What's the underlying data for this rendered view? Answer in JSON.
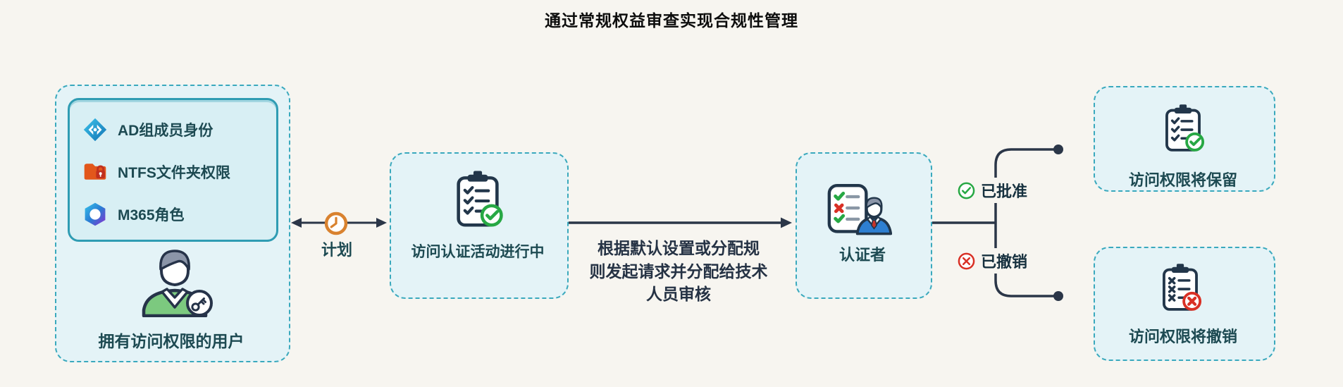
{
  "title": "通过常规权益审查实现合规性管理",
  "colors": {
    "accent_teal": "#3aa9bd",
    "box_fill": "#e4f3f7",
    "line_navy": "#2b3648",
    "green": "#27a844",
    "red": "#d93025",
    "orange_clock": "#d9822f",
    "text_dark_teal": "#1d4a52"
  },
  "left_group": {
    "resources": [
      {
        "icon": "azure-ad-icon",
        "label": "AD组成员身份"
      },
      {
        "icon": "ntfs-folder-lock-icon",
        "label": "NTFS文件夹权限"
      },
      {
        "icon": "m365-icon",
        "label": "M365角色"
      }
    ],
    "user_caption": "拥有访问权限的用户"
  },
  "schedule_connector": {
    "icon": "clock-icon",
    "label": "计划"
  },
  "certification_box": {
    "icon": "clipboard-check-icon",
    "label": "访问认证活动进行中"
  },
  "request_connector": {
    "label_lines": [
      "根据默认设置或分配规",
      "则发起请求并分配给技术",
      "人员审核"
    ]
  },
  "certifier_box": {
    "icon": "certifier-checklist-person-icon",
    "label": "认证者"
  },
  "decisions": {
    "approved": {
      "icon": "approved-check-circle-icon",
      "label": "已批准"
    },
    "revoked": {
      "icon": "revoked-x-circle-icon",
      "label": "已撤销"
    }
  },
  "outcomes": {
    "retained": {
      "icon": "clipboard-check-icon",
      "label": "访问权限将保留"
    },
    "revoked": {
      "icon": "clipboard-x-icon",
      "label": "访问权限将撤销"
    }
  }
}
